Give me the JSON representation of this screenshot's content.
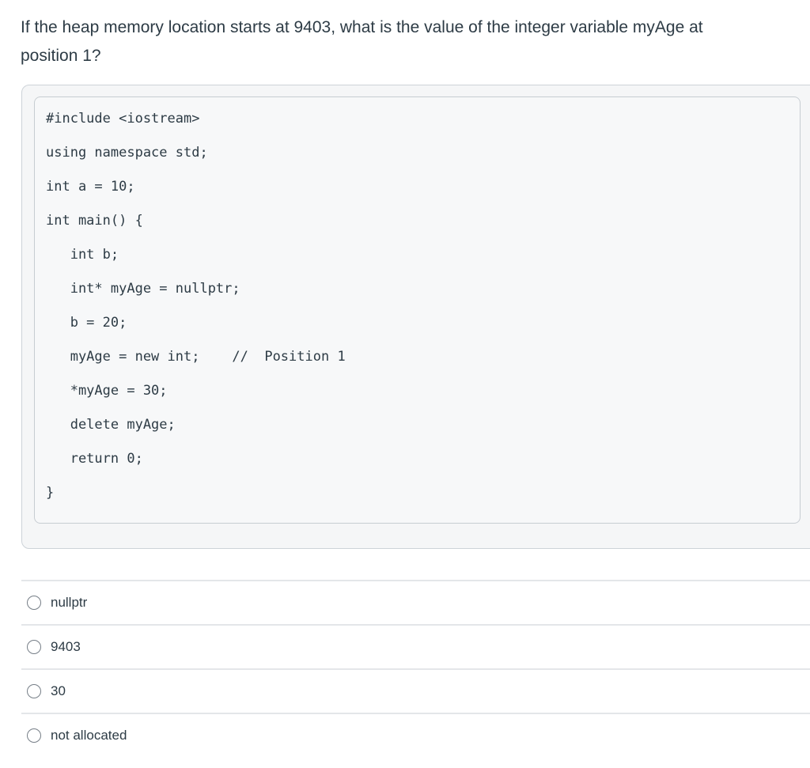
{
  "question": {
    "text": "If the heap memory location starts at 9403, what is the value of the integer variable myAge at\nposition 1?"
  },
  "code": {
    "lines": [
      "#include <iostream>",
      "using namespace std;",
      "int a = 10;",
      "int main() {",
      "   int b;",
      "   int* myAge = nullptr;",
      "   b = 20;",
      "   myAge = new int;    //  Position 1",
      "   *myAge = 30;",
      "   delete myAge;",
      "   return 0;",
      "}"
    ]
  },
  "options": [
    {
      "label": "nullptr"
    },
    {
      "label": "9403"
    },
    {
      "label": "30"
    },
    {
      "label": "not allocated"
    }
  ],
  "colors": {
    "text": "#2d3b45",
    "panel_background": "#f5f6f7",
    "panel_border": "#cdd3d8",
    "code_border": "#c7cdd2",
    "divider": "#e4e6e9",
    "radio_border": "#767e87"
  }
}
